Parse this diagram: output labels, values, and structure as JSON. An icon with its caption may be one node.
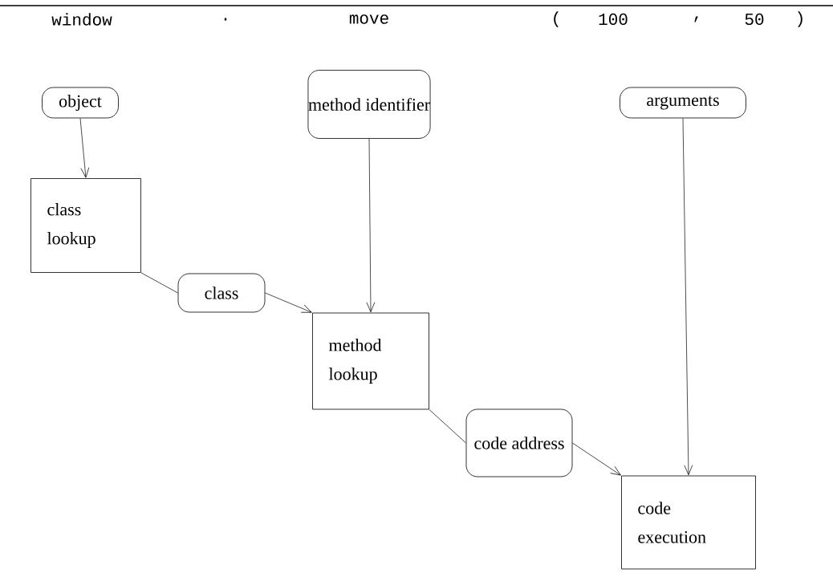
{
  "diagram": {
    "nodes": [
      {
        "text": [
          "object"
        ]
      },
      {
        "text": [
          "method identifier"
        ]
      },
      {
        "text": [
          "arguments"
        ]
      },
      {
        "text": [
          "class lookup"
        ]
      },
      {
        "text": [
          "class"
        ]
      },
      {
        "text": [
          "method lookup"
        ]
      },
      {
        "text": [
          "code address"
        ]
      },
      {
        "text": [
          "code execution"
        ]
      }
    ],
    "edges": [
      {
        "from": 0,
        "to": 3,
        "arrow": "to"
      },
      {
        "from": 1,
        "to": 5,
        "arrow": "to"
      },
      {
        "from": 2,
        "to": 7,
        "arrow": "to"
      },
      {
        "from": 3,
        "to": 4,
        "arrow": "none"
      },
      {
        "from": 4,
        "to": 5,
        "arrow": "to"
      },
      {
        "from": 5,
        "to": 6,
        "arrow": "none"
      },
      {
        "from": 6,
        "to": 7,
        "arrow": "to"
      }
    ],
    "labels": [
      "window",
      ".",
      "move",
      "(",
      "100",
      ",",
      "50",
      ")"
    ]
  }
}
